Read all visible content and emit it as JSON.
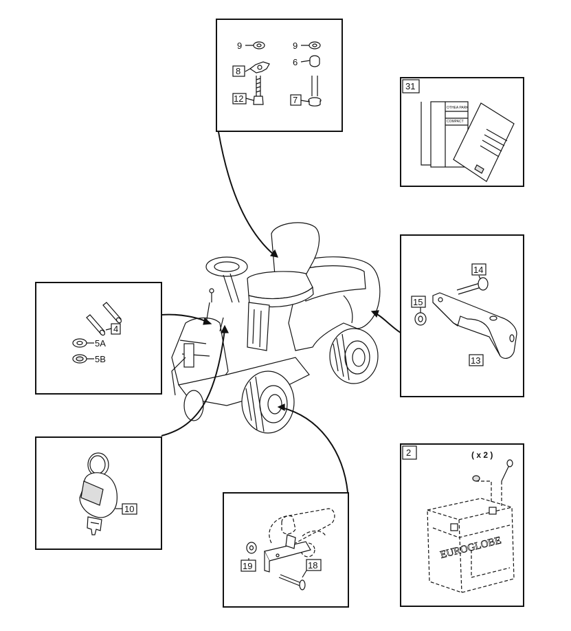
{
  "callouts": {
    "washer_9_left": "9",
    "wing_nut_8": "8",
    "bolt_12": "12",
    "washer_9_right": "9",
    "spacer_6": "6",
    "bolt_7": "7",
    "manuals_31": "31",
    "pin_4": "4",
    "washer_5a": "5A",
    "washer_5b": "5B",
    "bolt_14": "14",
    "nut_15": "15",
    "bracket_13": "13",
    "key_10": "10",
    "battery_2": "2",
    "quantity_x2": "( x 2 )",
    "battery_brand": "EUROGLOBE",
    "washer_19": "19",
    "bolt_18": "18"
  }
}
